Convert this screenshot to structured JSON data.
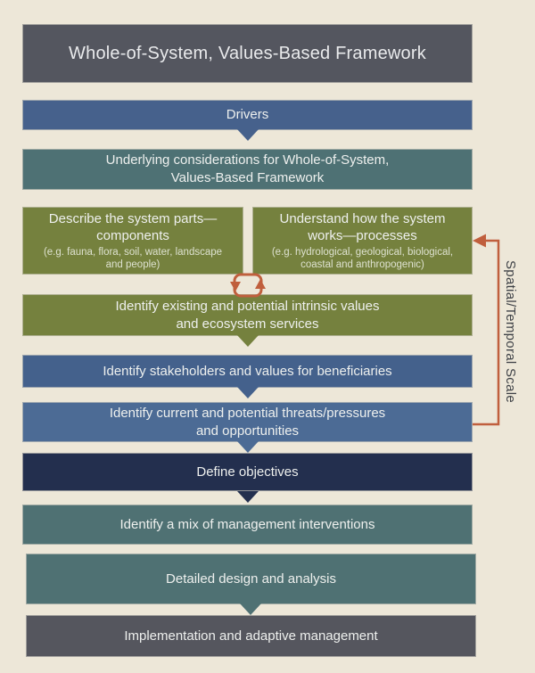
{
  "colors": {
    "background": "#ede7d8",
    "dark_gray": "#54565f",
    "steel_blue": "#46618c",
    "steel_blue_dark": "#44618c",
    "light_blue": "#4c6b95",
    "teal": "#4f7173",
    "teal_considerations": "#4e7174",
    "olive": "#75813e",
    "navy": "#232f4e",
    "implementation_gray": "#55565e",
    "accent_orange": "#c05f3d",
    "box_text": "#eef0ee",
    "side_label_text": "#3f4247"
  },
  "title": {
    "label": "Whole-of-System, Values-Based Framework"
  },
  "boxes": {
    "drivers": {
      "label": "Drivers"
    },
    "considerations": {
      "lines": [
        "Underlying considerations for Whole-of-System,",
        "Values-Based Framework"
      ]
    },
    "components": {
      "heading_lines": [
        "Describe the system parts—",
        "components"
      ],
      "note_lines": [
        "(e.g. fauna, flora, soil, water, landscape",
        "and people)"
      ]
    },
    "processes": {
      "heading_lines": [
        "Understand how the system",
        "works—processes"
      ],
      "note_lines": [
        "(e.g. hydrological, geological, biological,",
        "coastal and anthropogenic)"
      ]
    },
    "values": {
      "lines": [
        "Identify existing and potential intrinsic values",
        "and ecosystem services"
      ]
    },
    "stakeholders": {
      "label": "Identify stakeholders and values for beneficiaries"
    },
    "threats": {
      "lines": [
        "Identify current and potential threats/pressures",
        "and opportunities"
      ]
    },
    "objectives": {
      "label": "Define objectives"
    },
    "interventions": {
      "label": "Identify a mix of management interventions"
    },
    "design": {
      "label": "Detailed design and analysis"
    },
    "implementation": {
      "label": "Implementation and adaptive management"
    }
  },
  "side_label": {
    "label": "Spatial/Temporal Scale"
  },
  "icons": {
    "flow_arrow": "triangle-down",
    "cycle": "cycle-exchange-arrows",
    "bracket": "range-bracket-with-left-arrowhead"
  }
}
